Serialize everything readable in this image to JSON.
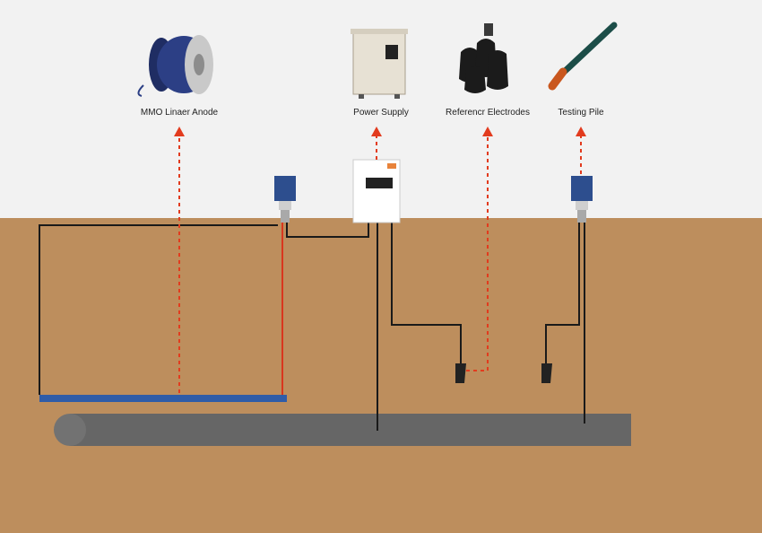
{
  "labels": {
    "anode": "MMO Linaer Anode",
    "power_supply": "Power Supply",
    "reference_electrodes": "Referencr Electrodes",
    "testing_pile": "Testing Pile"
  },
  "colors": {
    "background": "#f2f2f2",
    "soil": "#bd8e5d",
    "pipeline": "#666666",
    "anode_bar": "#2f5ca8",
    "wire": "#1a1a1a",
    "red_wire": "#d9371e",
    "arrow": "#e23b1e"
  },
  "icons": [
    "cable-reel-icon",
    "power-cabinet-icon",
    "electrode-bags-icon",
    "testing-pile-rod-icon",
    "junction-box-icon"
  ]
}
